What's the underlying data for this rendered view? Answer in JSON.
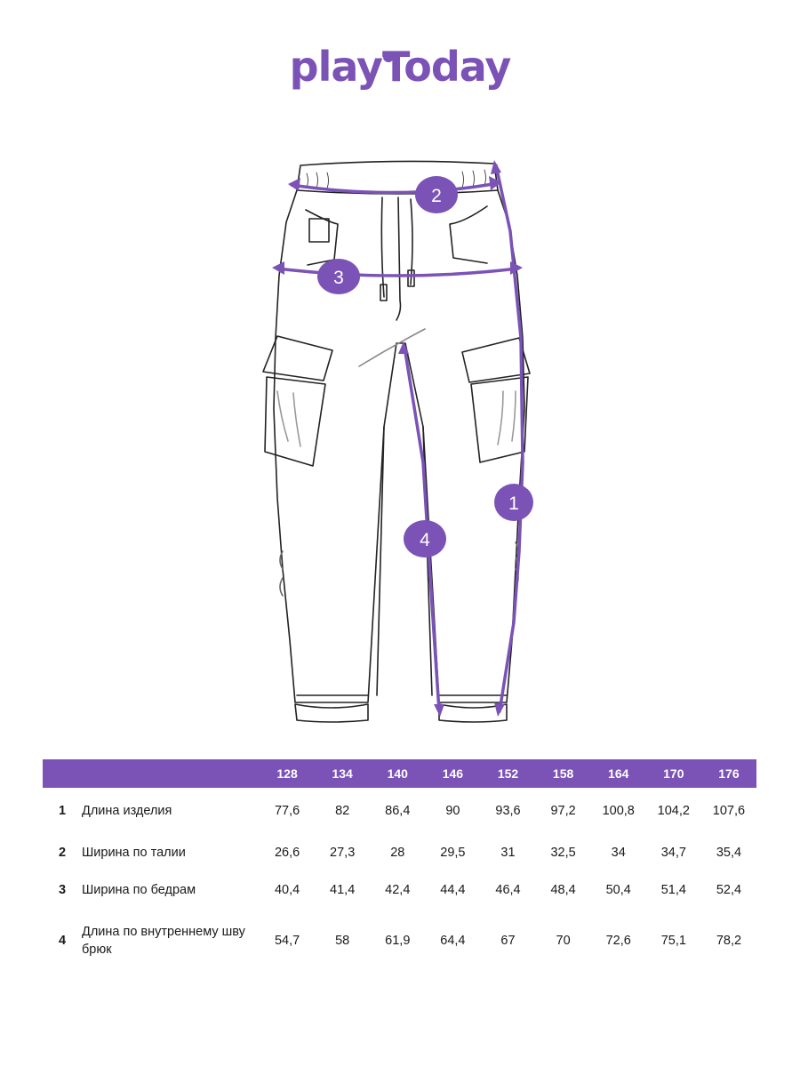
{
  "brand": {
    "name": "playToday",
    "color": "#7b52b6"
  },
  "markers": [
    {
      "number": "1",
      "meaning": "length"
    },
    {
      "number": "2",
      "meaning": "waist"
    },
    {
      "number": "3",
      "meaning": "hips"
    },
    {
      "number": "4",
      "meaning": "inseam"
    }
  ],
  "table": {
    "header_color": "#7b52b6",
    "sizes": [
      "128",
      "134",
      "140",
      "146",
      "152",
      "158",
      "164",
      "170",
      "176"
    ],
    "rows": [
      {
        "num": "1",
        "label": "Длина изделия",
        "values": [
          "77,6",
          "82",
          "86,4",
          "90",
          "93,6",
          "97,2",
          "100,8",
          "104,2",
          "107,6"
        ]
      },
      {
        "num": "2",
        "label": "Ширина по талии",
        "values": [
          "26,6",
          "27,3",
          "28",
          "29,5",
          "31",
          "32,5",
          "34",
          "34,7",
          "35,4"
        ]
      },
      {
        "num": "3",
        "label": "Ширина по бедрам",
        "values": [
          "40,4",
          "41,4",
          "42,4",
          "44,4",
          "46,4",
          "48,4",
          "50,4",
          "51,4",
          "52,4"
        ]
      },
      {
        "num": "4",
        "label": "Длина по внутреннему шву брюк",
        "values": [
          "54,7",
          "58",
          "61,9",
          "64,4",
          "67",
          "70",
          "72,6",
          "75,1",
          "78,2"
        ]
      }
    ]
  }
}
